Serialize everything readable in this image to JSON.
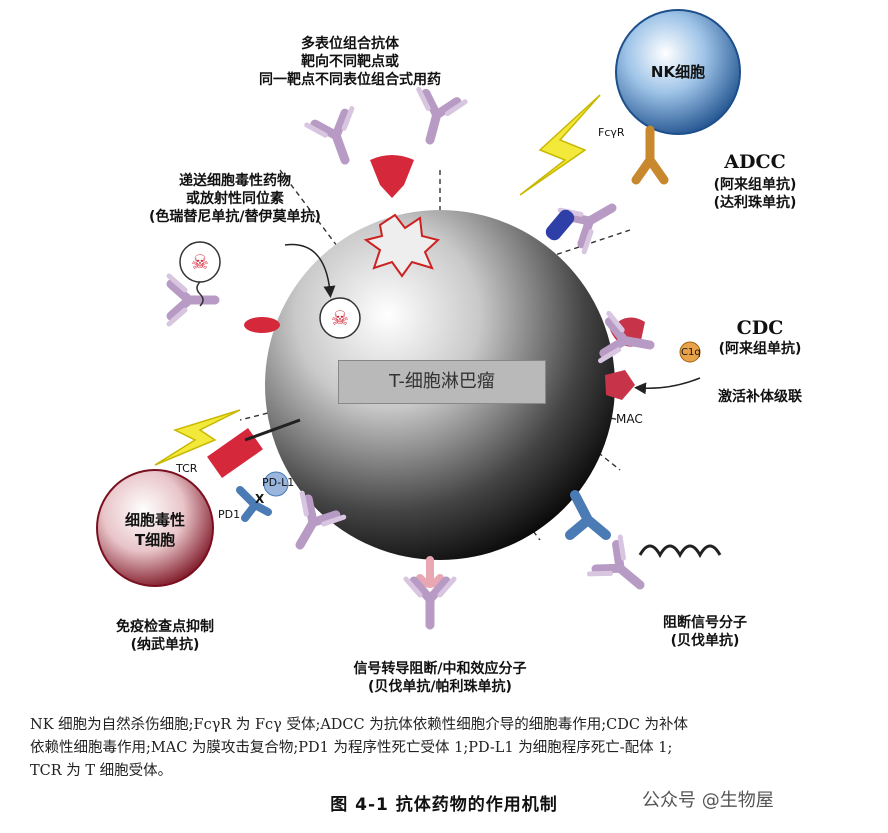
{
  "labels": {
    "multi_epitope": [
      "多表位组合抗体",
      "靶向不同靶点或",
      "同一靶点不同表位组合式用药"
    ],
    "delivery": [
      "递送细胞毒性药物",
      "或放射性同位素",
      "(色瑞替尼单抗/替伊莫单抗)"
    ],
    "nk_cell": "NK细胞",
    "fcyr": "FcγR",
    "adcc_title": "ADCC",
    "adcc_drugs": [
      "(阿来组单抗)",
      "(达利珠单抗)"
    ],
    "cdc_title": "CDC",
    "cdc_drug": "(阿来组单抗)",
    "c1q": "C1q",
    "complement": "激活补体级联",
    "mac": "MAC",
    "tumor": "T-细胞淋巴瘤",
    "tcr": "TCR",
    "pdl1": "PD-L1",
    "pd1": "PD1",
    "block_x": "X",
    "tcell": [
      "细胞毒性",
      "T细胞"
    ],
    "checkpoint": [
      "免疫检查点抑制",
      "(纳武单抗)"
    ],
    "signal_block": [
      "阻断信号分子",
      "(贝伐单抗)"
    ],
    "transduction": [
      "信号转导阻断/中和效应分子",
      "(贝伐单抗/帕利珠单抗)"
    ]
  },
  "caption": {
    "lines": [
      "NK 细胞为自然杀伤细胞;FcγR 为 Fcγ 受体;ADCC 为抗体依赖性细胞介导的细胞毒作用;CDC 为补体",
      "依赖性细胞毒作用;MAC 为膜攻击复合物;PD1 为程序性死亡受体 1;PD-L1 为细胞程序死亡-配体 1;",
      "TCR 为 T 细胞受体。"
    ]
  },
  "figure_title": "图 4-1   抗体药物的作用机制",
  "watermark": "公众号 @生物屋",
  "colors": {
    "antibody": "#b89bc4",
    "antibody_dark": "#8e6aa0",
    "red": "#d6283b",
    "blue_receptor": "#4a7bb5",
    "fcyr": "#c8892e",
    "lightning": "#f2e93a"
  }
}
